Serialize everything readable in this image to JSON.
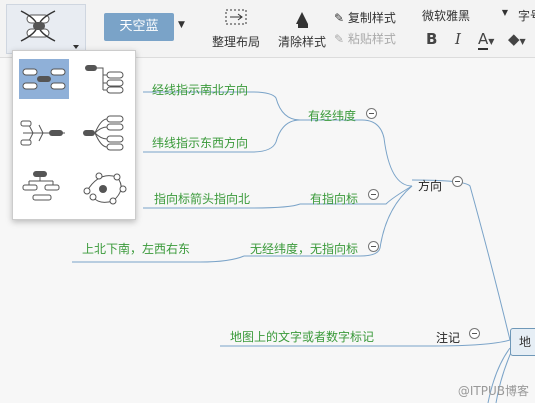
{
  "toolbar": {
    "theme_label": "天空蓝",
    "arrange_label": "整理布局",
    "clear_style_label": "清除样式",
    "copy_style_label": "复制样式",
    "paste_style_label": "粘贴样式",
    "font_name": "微软雅黑",
    "font_size_label": "字号",
    "bold": "B",
    "italic": "I",
    "font_color": "A"
  },
  "mindmap": {
    "center": "地",
    "nodes": {
      "direction": "方向",
      "latlong": "有经纬度",
      "meridian": "经线指示南北方向",
      "parallel": "纬线指示东西方向",
      "compass": "有指向标",
      "compass_desc": "指向标箭头指向北",
      "no_latlong": "无经纬度，无指向标",
      "no_latlong_desc": "上北下南，左西右东",
      "note": "注记",
      "note_desc": "地图上的文字或者数字标记"
    }
  },
  "watermark": "@ITPUB博客",
  "colors": {
    "accent": "#7aa3c8",
    "branch": "#6f98b8",
    "leaf_text": "#3a9a3a",
    "popup_active": "#8fb0d8"
  }
}
